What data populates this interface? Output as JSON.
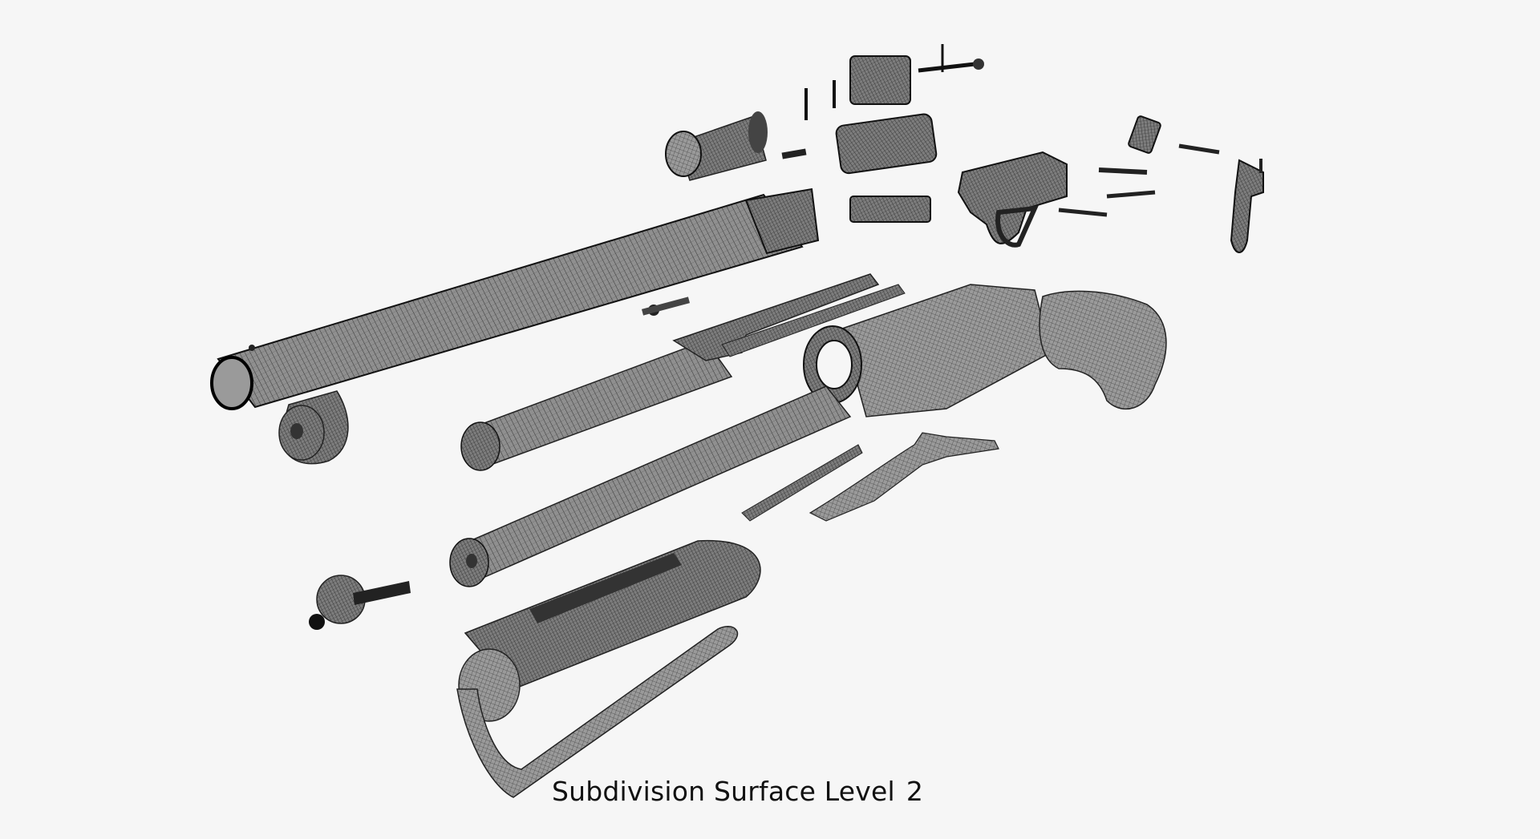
{
  "caption": {
    "label": "Subdivision Surface Level",
    "level": "2"
  },
  "colors": {
    "background": "#f6f6f6",
    "mesh_fill": "#8d8d8d",
    "mesh_dark": "#2a2a2a",
    "mesh_line": "#1e1e1e"
  },
  "scene": {
    "subject": "exploded-view-shotgun-wireframe",
    "parts": [
      "barrel",
      "barrel-ring",
      "magazine-tube",
      "receiver",
      "pistol-grip",
      "forend",
      "forend-strap",
      "magazine-cap",
      "recoil-pad-cylinder",
      "bolt-assembly",
      "trigger-group",
      "action-bars",
      "small-pins-and-springs"
    ]
  }
}
